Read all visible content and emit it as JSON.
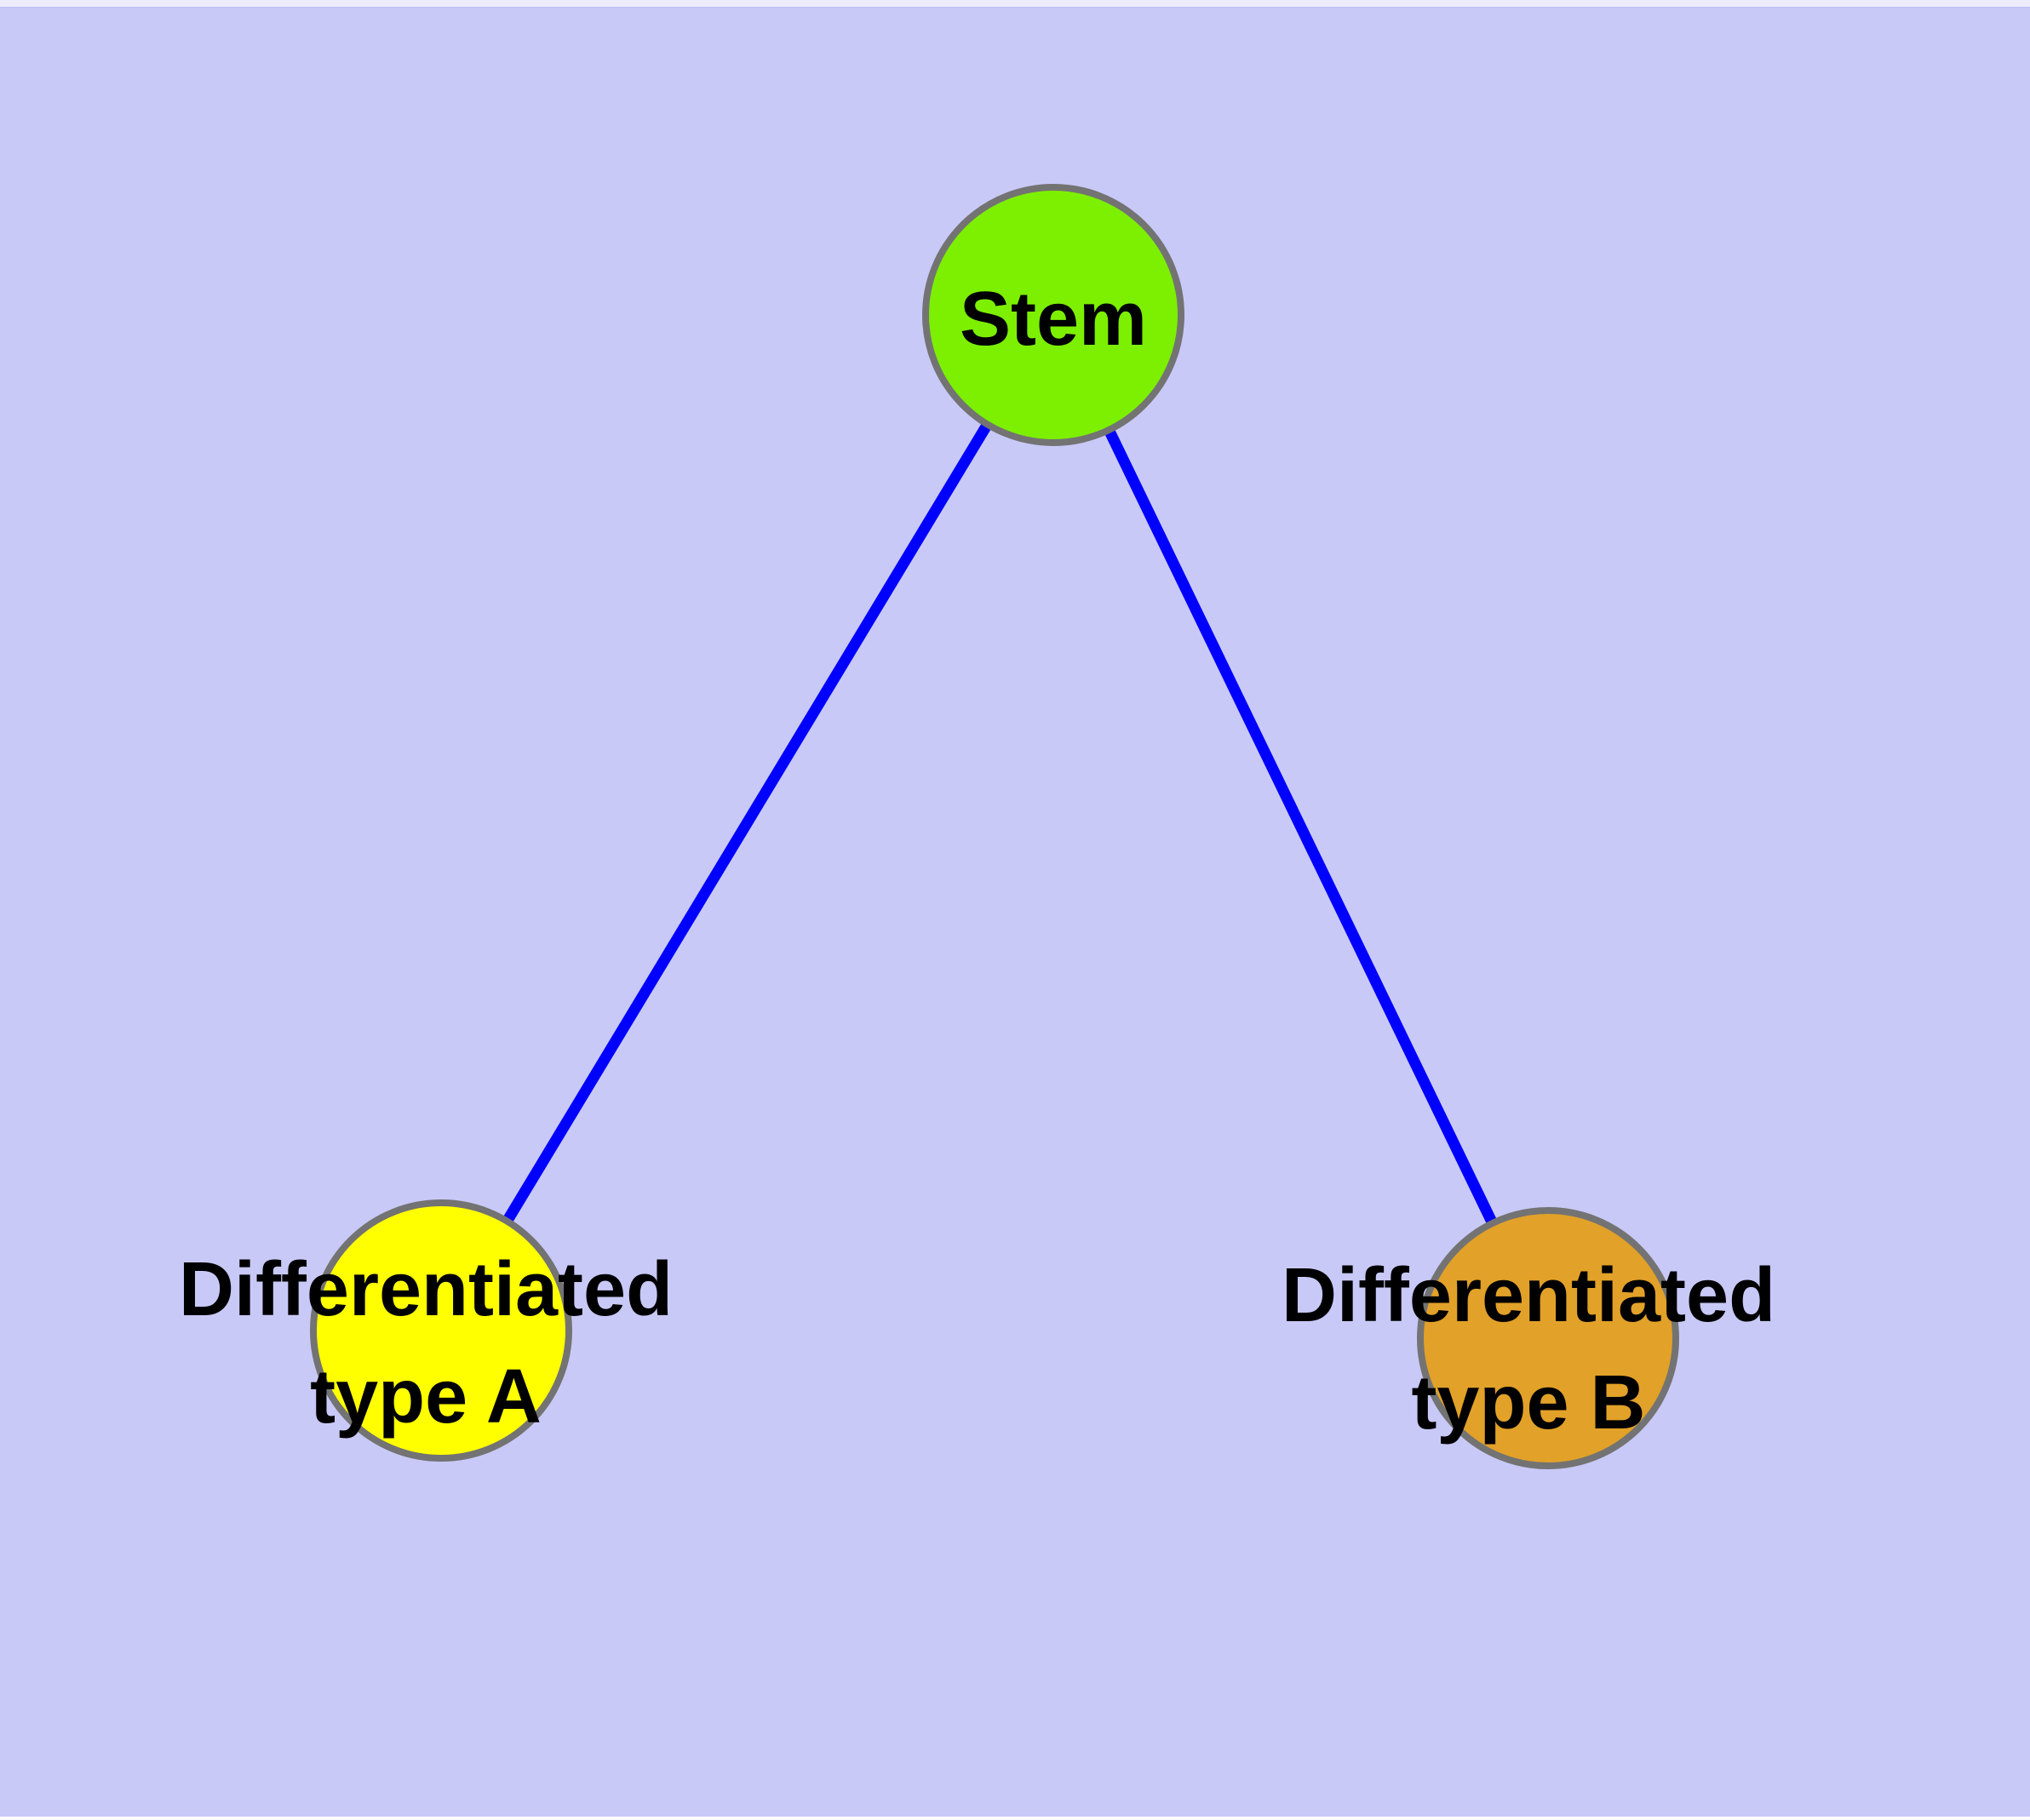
{
  "colors": {
    "background": "#C9C9F8",
    "edge": "#0000FF",
    "node_border": "#737373",
    "label_text": "#000000"
  },
  "graph": {
    "nodes": [
      {
        "id": "stem",
        "label": "Stem",
        "line1": "Stem",
        "line2": "",
        "fill": "#7CF000"
      },
      {
        "id": "type-a",
        "label": "Differentiated type A",
        "line1": "Differentiated",
        "line2": "type A",
        "fill": "#FFFF00"
      },
      {
        "id": "type-b",
        "label": "Differentiated type B",
        "line1": "Differentiated",
        "line2": "type B",
        "fill": "#E2A128"
      }
    ],
    "edges": [
      {
        "from": "Stem",
        "to": "Differentiated type A"
      },
      {
        "from": "Stem",
        "to": "Differentiated type B"
      }
    ]
  }
}
